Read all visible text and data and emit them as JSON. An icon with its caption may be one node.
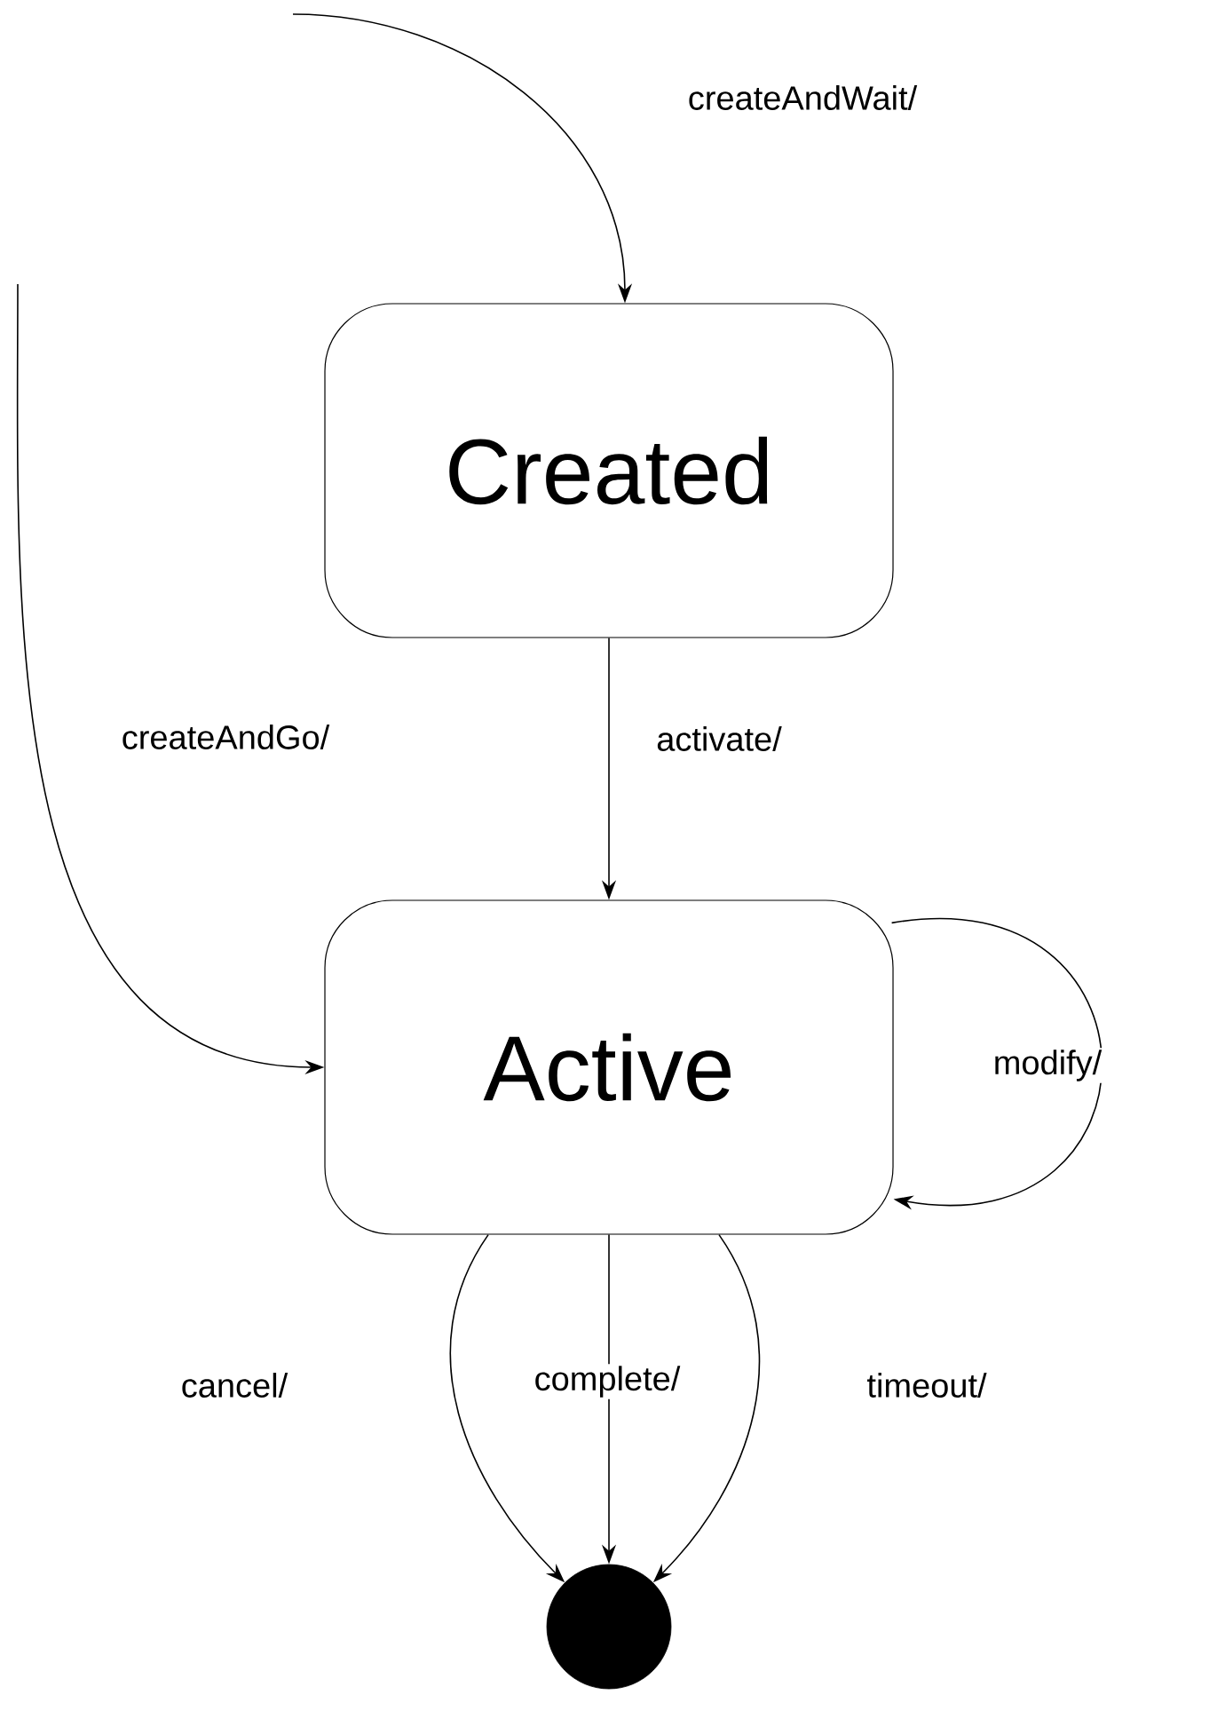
{
  "diagram": {
    "nodes": [
      {
        "text": [
          "Created"
        ]
      },
      {
        "text": [
          "Active"
        ]
      },
      {
        "text": [],
        "shape": "circle"
      }
    ],
    "edges": [
      {
        "from": null,
        "to": 0,
        "arrow": "to",
        "label": "createAndWait/"
      },
      {
        "from": null,
        "to": 1,
        "arrow": "to",
        "label": "createAndGo/"
      },
      {
        "from": 0,
        "to": 1,
        "arrow": "to",
        "label": "activate/"
      },
      {
        "from": 1,
        "to": 1,
        "arrow": "to",
        "label": "modify/"
      },
      {
        "from": 1,
        "to": 2,
        "arrow": "to",
        "label": "cancel/"
      },
      {
        "from": 1,
        "to": 2,
        "arrow": "to",
        "label": "complete/"
      },
      {
        "from": 1,
        "to": 2,
        "arrow": "to",
        "label": "timeout/"
      }
    ]
  }
}
